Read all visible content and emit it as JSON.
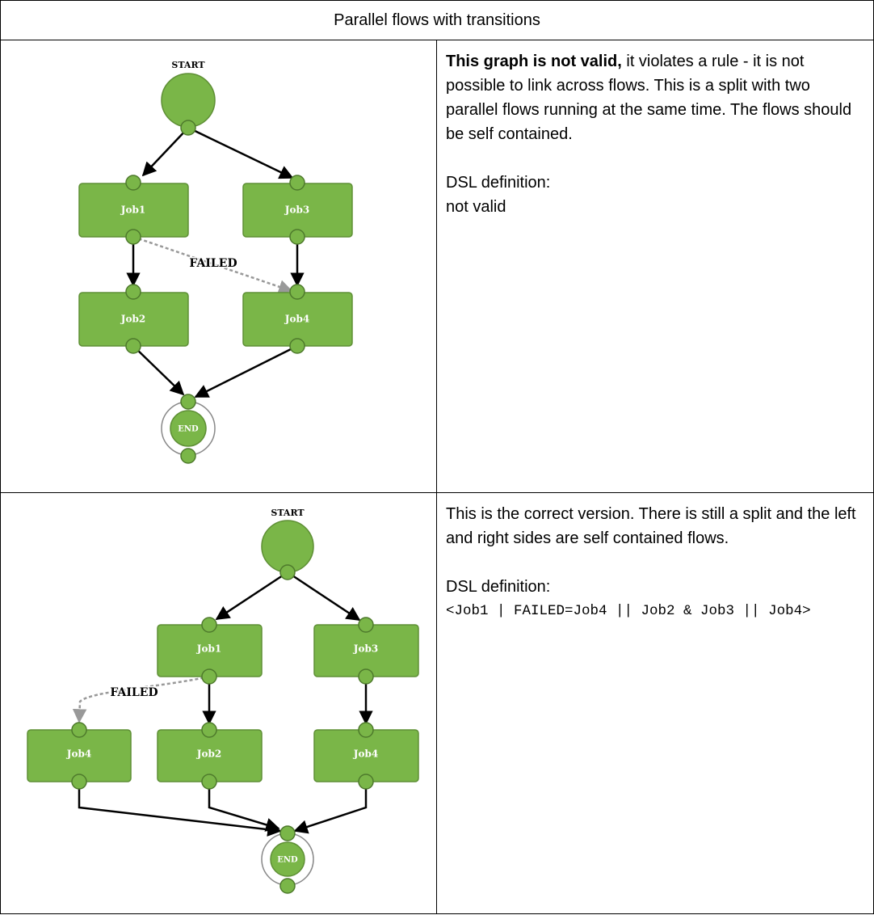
{
  "header": {
    "title": "Parallel flows with transitions"
  },
  "rows": [
    {
      "bold_lead": "This graph is not valid,",
      "description": " it violates a rule - it is not possible to link across flows. This is a split with two parallel flows running at the same time. The flows should be self contained.",
      "dsl_label": "DSL definition:",
      "dsl_value": "not valid",
      "diagram": {
        "start_label": "START",
        "end_label": "END",
        "failed_label": "FAILED",
        "jobs": [
          "Job1",
          "Job3",
          "Job2",
          "Job4"
        ]
      }
    },
    {
      "description": "This is the correct version. There is still a split and the left and right sides are self contained flows.",
      "dsl_label": "DSL definition:",
      "dsl_value": "<Job1 | FAILED=Job4 || Job2 & Job3 || Job4>",
      "diagram": {
        "start_label": "START",
        "end_label": "END",
        "failed_label": "FAILED",
        "jobs": [
          "Job1",
          "Job3",
          "Job4",
          "Job2",
          "Job4"
        ]
      }
    }
  ],
  "colors": {
    "node_fill": "#7ab648",
    "node_stroke": "#5e8f35",
    "edge": "#000000",
    "failed_edge": "#999999"
  }
}
